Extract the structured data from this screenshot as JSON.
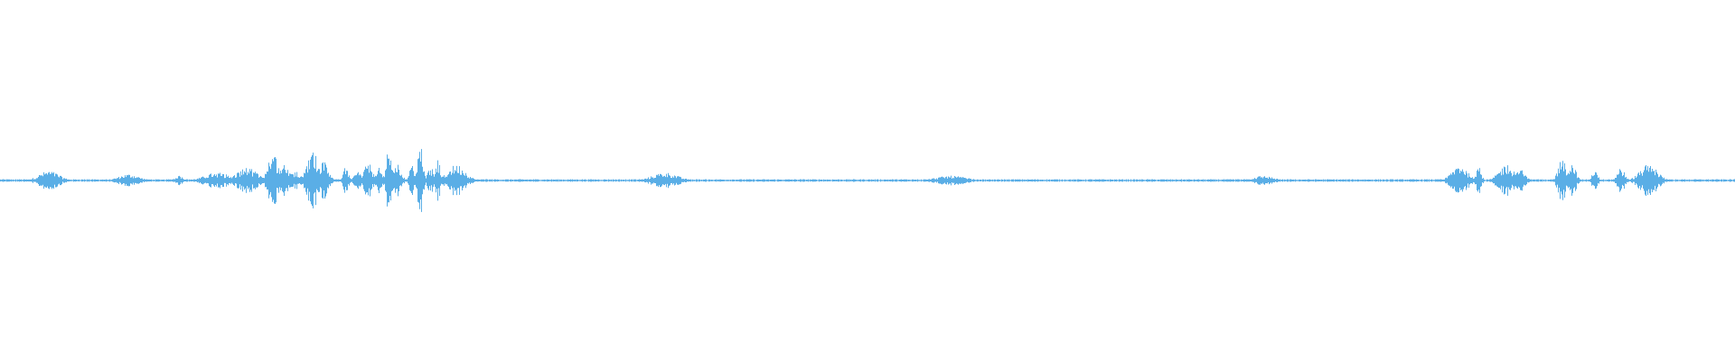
{
  "waveform": {
    "color": "#5aaee6",
    "background": "#ffffff",
    "duration_fraction_points": [
      0.0,
      0.01,
      0.02,
      0.03,
      0.04,
      0.05,
      0.06,
      0.07,
      0.08,
      0.09,
      0.1,
      0.11,
      0.12,
      0.13,
      0.14,
      0.15,
      0.16,
      0.17,
      0.18,
      0.19,
      0.2,
      0.21,
      0.22,
      0.23,
      0.24,
      0.25,
      0.26,
      0.27,
      0.28,
      0.29,
      0.3,
      0.31,
      0.32,
      0.33,
      0.34,
      0.35,
      0.36,
      0.37,
      0.38,
      0.39,
      0.4,
      0.41,
      0.42,
      0.43,
      0.44,
      0.45,
      0.46,
      0.47,
      0.48,
      0.49,
      0.5,
      0.51,
      0.52,
      0.53,
      0.54,
      0.55,
      0.56,
      0.57,
      0.58,
      0.59,
      0.6,
      0.61,
      0.62,
      0.63,
      0.64,
      0.65,
      0.66,
      0.67,
      0.68,
      0.69,
      0.7,
      0.71,
      0.72,
      0.73,
      0.74,
      0.75,
      0.76,
      0.77,
      0.78,
      0.79,
      0.8,
      0.81,
      0.82,
      0.83,
      0.84,
      0.85,
      0.86,
      0.87,
      0.88,
      0.89,
      0.9,
      0.91,
      0.92,
      0.93,
      0.94,
      0.95,
      0.96,
      0.97,
      0.98,
      0.99,
      1.0
    ],
    "bursts": [
      {
        "t": 0.028,
        "amp": 0.06,
        "w": 0.008
      },
      {
        "t": 0.074,
        "amp": 0.04,
        "w": 0.008
      },
      {
        "t": 0.103,
        "amp": 0.03,
        "w": 0.003
      },
      {
        "t": 0.125,
        "amp": 0.05,
        "w": 0.01
      },
      {
        "t": 0.142,
        "amp": 0.08,
        "w": 0.008
      },
      {
        "t": 0.157,
        "amp": 0.18,
        "w": 0.004
      },
      {
        "t": 0.163,
        "amp": 0.1,
        "w": 0.005
      },
      {
        "t": 0.17,
        "amp": 0.06,
        "w": 0.004
      },
      {
        "t": 0.18,
        "amp": 0.18,
        "w": 0.005
      },
      {
        "t": 0.186,
        "amp": 0.12,
        "w": 0.004
      },
      {
        "t": 0.199,
        "amp": 0.1,
        "w": 0.002
      },
      {
        "t": 0.206,
        "amp": 0.06,
        "w": 0.003
      },
      {
        "t": 0.212,
        "amp": 0.12,
        "w": 0.003
      },
      {
        "t": 0.218,
        "amp": 0.08,
        "w": 0.003
      },
      {
        "t": 0.224,
        "amp": 0.22,
        "w": 0.002
      },
      {
        "t": 0.229,
        "amp": 0.1,
        "w": 0.003
      },
      {
        "t": 0.237,
        "amp": 0.1,
        "w": 0.002
      },
      {
        "t": 0.242,
        "amp": 0.24,
        "w": 0.002
      },
      {
        "t": 0.248,
        "amp": 0.08,
        "w": 0.003
      },
      {
        "t": 0.252,
        "amp": 0.14,
        "w": 0.002
      },
      {
        "t": 0.263,
        "amp": 0.1,
        "w": 0.007
      },
      {
        "t": 0.383,
        "amp": 0.05,
        "w": 0.01
      },
      {
        "t": 0.548,
        "amp": 0.03,
        "w": 0.012
      },
      {
        "t": 0.728,
        "amp": 0.03,
        "w": 0.008
      },
      {
        "t": 0.841,
        "amp": 0.1,
        "w": 0.006
      },
      {
        "t": 0.852,
        "amp": 0.1,
        "w": 0.002
      },
      {
        "t": 0.868,
        "amp": 0.1,
        "w": 0.006
      },
      {
        "t": 0.876,
        "amp": 0.07,
        "w": 0.004
      },
      {
        "t": 0.9,
        "amp": 0.14,
        "w": 0.003
      },
      {
        "t": 0.906,
        "amp": 0.1,
        "w": 0.003
      },
      {
        "t": 0.919,
        "amp": 0.08,
        "w": 0.002
      },
      {
        "t": 0.934,
        "amp": 0.08,
        "w": 0.003
      },
      {
        "t": 0.95,
        "amp": 0.1,
        "w": 0.007
      }
    ],
    "baseline_noise": 0.008
  }
}
